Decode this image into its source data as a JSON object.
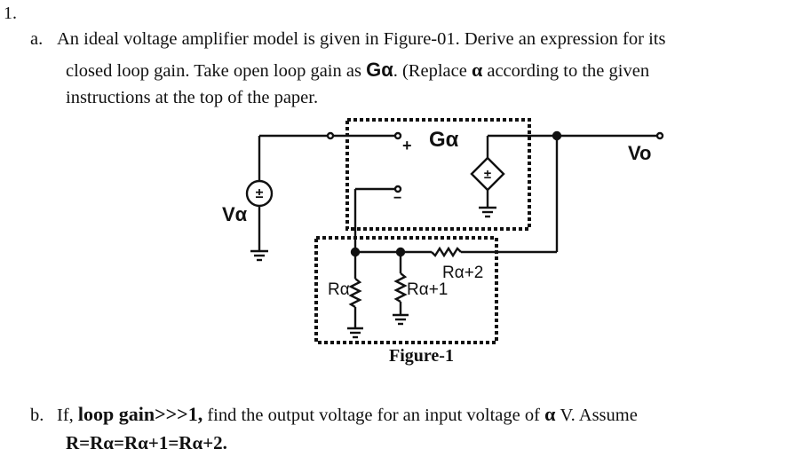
{
  "question": {
    "number": "1."
  },
  "part_a": {
    "label": "a.",
    "line1": "An ideal voltage amplifier model is given in Figure-01. Derive an expression for its",
    "line2_start": "closed loop gain. Take open loop gain as",
    "line2_gain": "Gα",
    "line2_mid": ". (Replace",
    "line2_alpha": "α",
    "line2_end": "according to the given",
    "line3": "instructions at the top of the paper."
  },
  "figure": {
    "amp_label": "Gα",
    "input_label": "Vα",
    "output_label": "Vo",
    "plus_sign": "+",
    "minus_sign": "−",
    "r1_label": "Rα",
    "r2_label": "Rα+1",
    "r3_label": "Rα+2",
    "caption": "Figure-1"
  },
  "part_b": {
    "label": "b.",
    "line1_start": "If,",
    "line1_bold": "loop gain>>>1,",
    "line1_mid": "find the output voltage for an input voltage of",
    "line1_alpha": "α",
    "line1_end": "V. Assume",
    "line2": "R=Rα=Rα+1=Rα+2."
  }
}
